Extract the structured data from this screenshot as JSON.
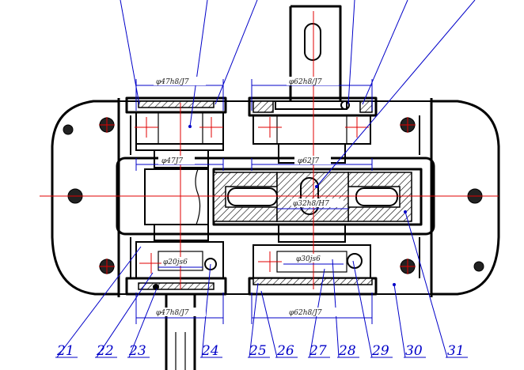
{
  "drawing": {
    "colors": {
      "outline": "#000000",
      "leader": "#0000c8",
      "centerline": "#e00000",
      "hatch": "#000000"
    },
    "dimensions": {
      "d_top_left": "φ47h8/J7",
      "d_top_right": "φ62h8/J7",
      "d_mid_left": "φ47J7",
      "d_mid_right": "φ62J7",
      "d_gear_fit": "φ32h8/H7",
      "d_shaft_left": "φ20js6",
      "d_shaft_right": "φ30js6",
      "d_bot_left": "φ47h8/J7",
      "d_bot_right": "φ62h8/J7"
    },
    "part_numbers": [
      "21",
      "22",
      "23",
      "24",
      "25",
      "26",
      "27",
      "28",
      "29",
      "30",
      "31"
    ]
  }
}
